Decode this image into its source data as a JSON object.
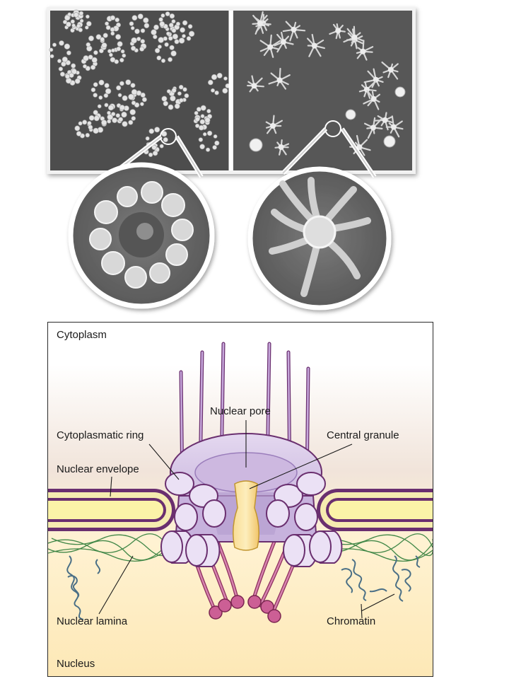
{
  "figure": {
    "micrographs": {
      "left_panel": "cytoplasmic-face-micrograph",
      "right_panel": "nuclear-face-micrograph"
    },
    "labels": {
      "cytoplasm": "Cytoplasm",
      "nuclear_pore": "Nuclear pore",
      "cytoplasmatic_ring": "Cytoplasmatic ring",
      "central_granule": "Central granule",
      "nuclear_envelope": "Nuclear envelope",
      "nuclear_lamina": "Nuclear lamina",
      "chromatin": "Chromatin",
      "nucleus": "Nucleus"
    },
    "colors": {
      "membrane": "#6a2f6f",
      "envelope_fill": "#fbf3a8",
      "pore_complex": "#d8c7e8",
      "central_granule": "#f7d486",
      "basket_fibers": "#cc5f95",
      "lamina": "#2e7d3a",
      "chromatin": "#4a6f86"
    }
  }
}
